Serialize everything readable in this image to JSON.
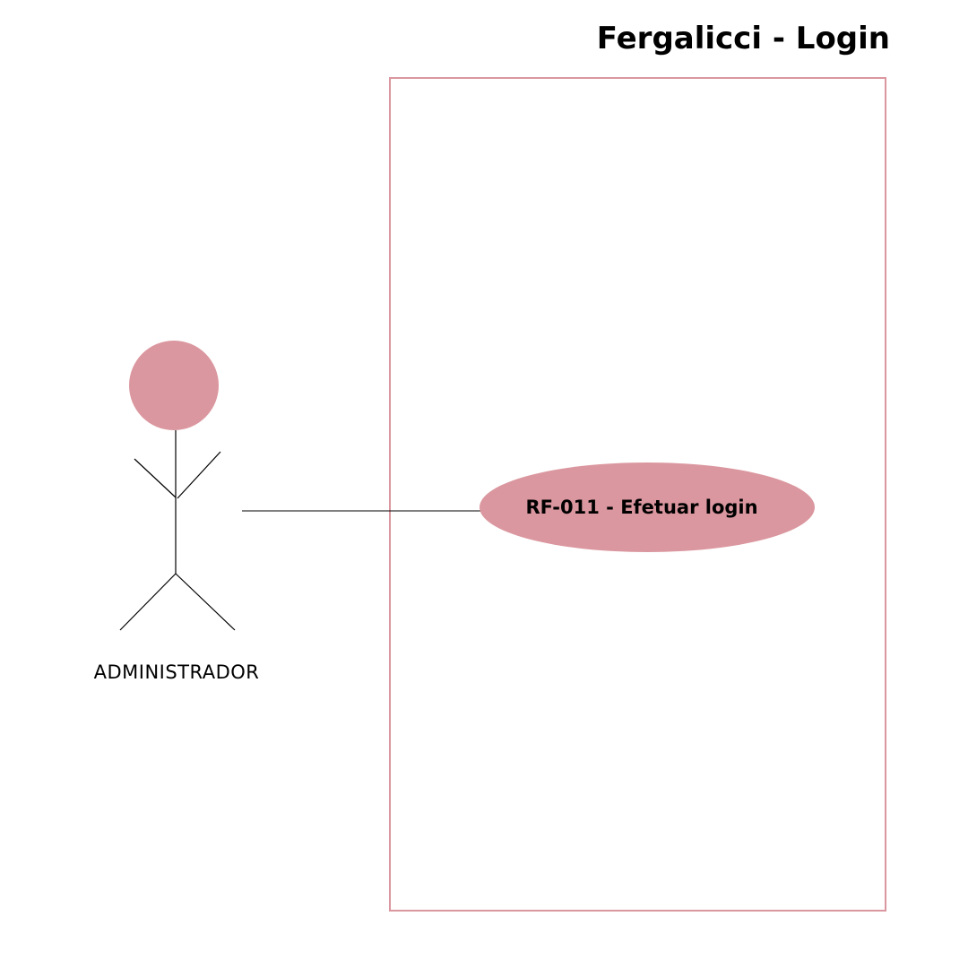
{
  "title": "Fergalicci - Login",
  "actor": {
    "label": "ADMINISTRADOR"
  },
  "use_case": {
    "label": "RF-011 - Efetuar login"
  },
  "colors": {
    "accent": "#db979f",
    "line": "#000000",
    "background": "#ffffff"
  }
}
